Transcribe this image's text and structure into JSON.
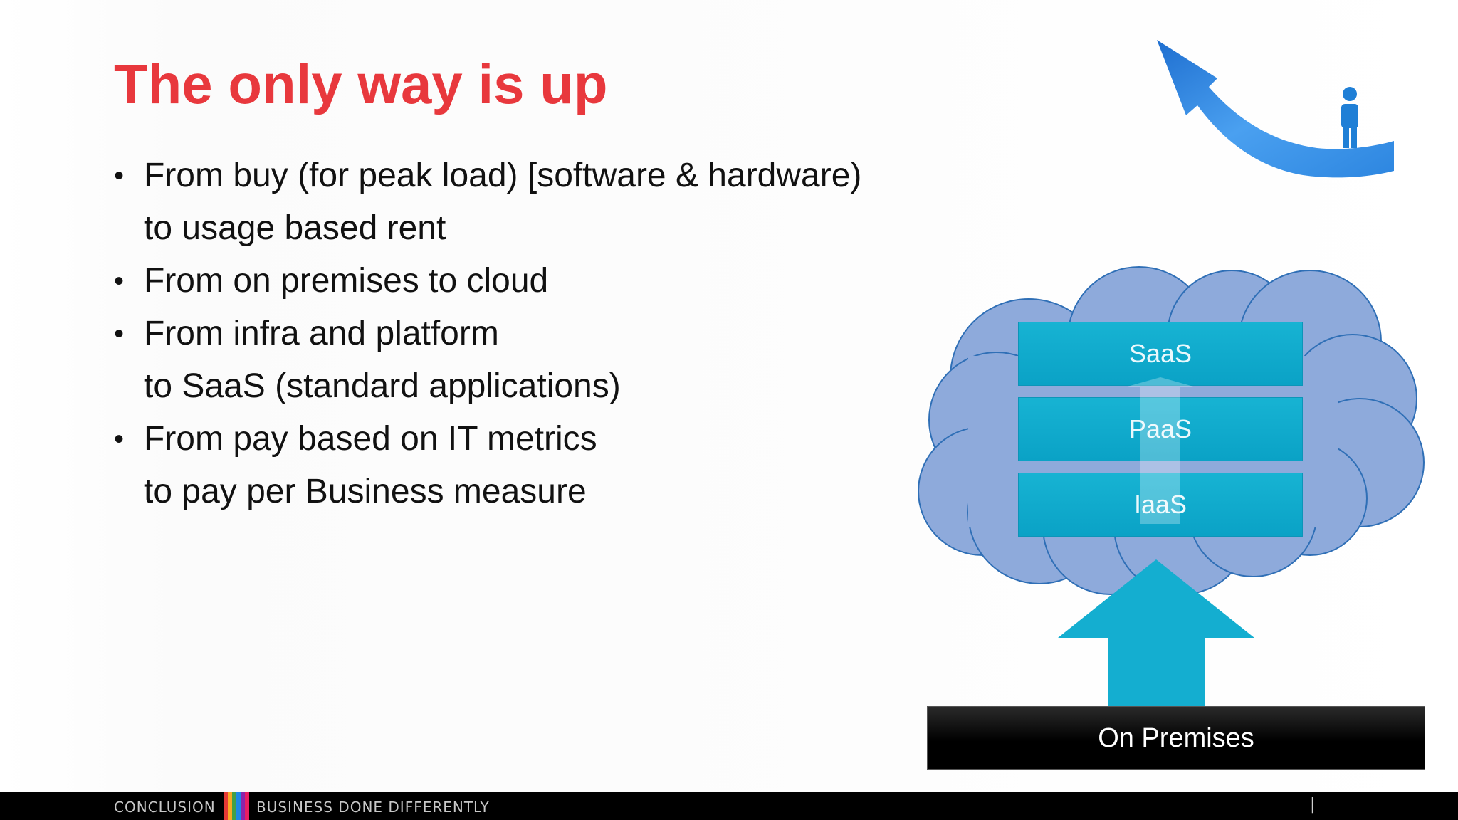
{
  "slide": {
    "title": "The only way is up",
    "bullets": [
      {
        "lines": [
          "From buy (for peak load) [software & hardware)",
          "to usage based rent"
        ]
      },
      {
        "lines": [
          "From on premises to cloud"
        ]
      },
      {
        "lines": [
          "From infra and platform",
          "to SaaS (standard applications)"
        ]
      },
      {
        "lines": [
          "From pay based on IT metrics",
          "to pay per Business measure"
        ]
      }
    ],
    "bullet_symbol": "•"
  },
  "diagram": {
    "layers": [
      "SaaS",
      "PaaS",
      "IaaS"
    ],
    "base_label": "On Premises",
    "colors": {
      "cloud_fill": "#8eaadb",
      "cloud_stroke": "#2f6fb6",
      "layer_fill": "#14aed0",
      "arrow_fill": "#14aed0",
      "base_fill": "#000000"
    }
  },
  "decoration": {
    "icon": "upward-arrow-with-person-icon",
    "colors": {
      "arrow": "#3b8ee8",
      "person": "#1f7fd6"
    }
  },
  "footer": {
    "brand": "CONCLUSION",
    "tagline": "BUSINESS DONE DIFFERENTLY",
    "page_marker": "|",
    "bar_colors": [
      "#e53935",
      "#f9a825",
      "#43a047",
      "#1e88e5",
      "#8e24aa",
      "#e91e63"
    ]
  },
  "theme": {
    "title_color": "#e8383d",
    "text_color": "#111111"
  }
}
